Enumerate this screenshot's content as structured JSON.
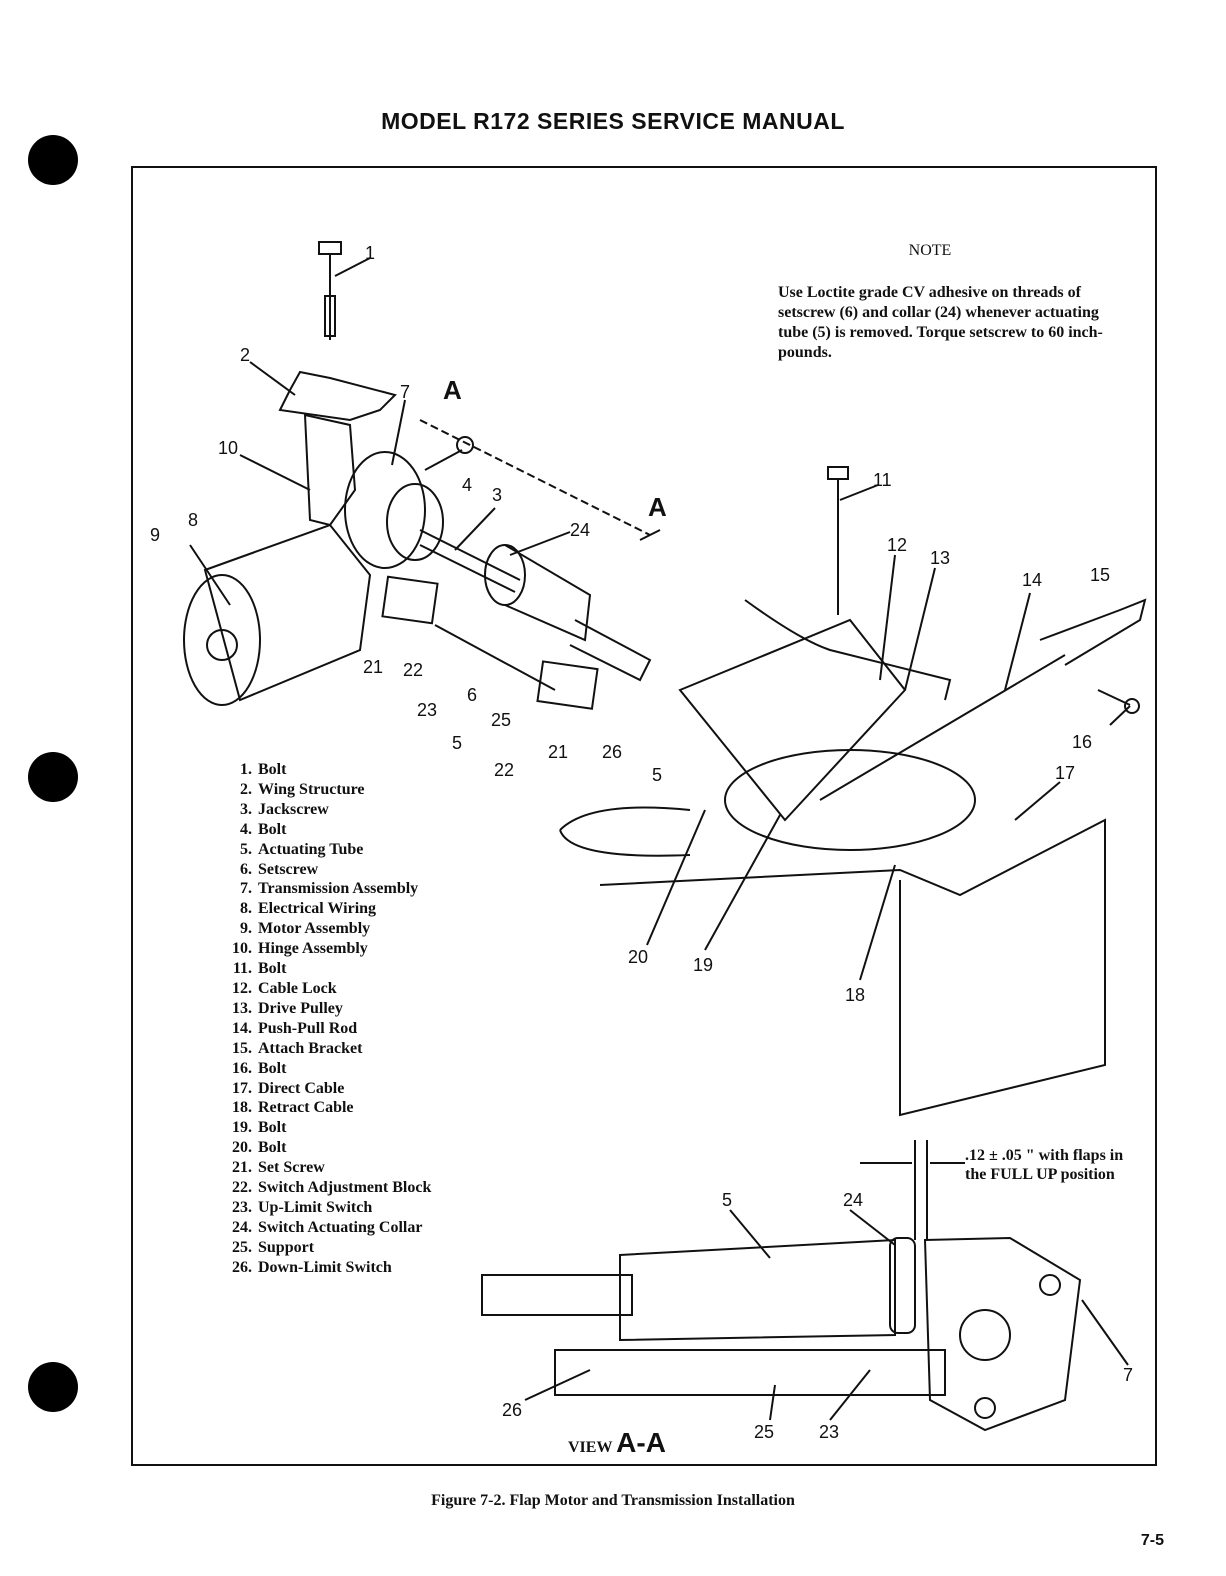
{
  "header": {
    "title": "MODEL R172 SERIES SERVICE MANUAL"
  },
  "note": {
    "title": "NOTE",
    "body": "Use Loctite grade CV adhesive on threads of setscrew (6) and collar (24) whenever actuating tube (5) is removed. Torque setscrew to 60 inch-pounds."
  },
  "legend": [
    {
      "num": "1.",
      "label": "Bolt"
    },
    {
      "num": "2.",
      "label": "Wing Structure"
    },
    {
      "num": "3.",
      "label": "Jackscrew"
    },
    {
      "num": "4.",
      "label": "Bolt"
    },
    {
      "num": "5.",
      "label": "Actuating Tube"
    },
    {
      "num": "6.",
      "label": "Setscrew"
    },
    {
      "num": "7.",
      "label": "Transmission Assembly"
    },
    {
      "num": "8.",
      "label": "Electrical Wiring"
    },
    {
      "num": "9.",
      "label": "Motor Assembly"
    },
    {
      "num": "10.",
      "label": "Hinge Assembly"
    },
    {
      "num": "11.",
      "label": "Bolt"
    },
    {
      "num": "12.",
      "label": "Cable Lock"
    },
    {
      "num": "13.",
      "label": "Drive Pulley"
    },
    {
      "num": "14.",
      "label": "Push-Pull Rod"
    },
    {
      "num": "15.",
      "label": "Attach Bracket"
    },
    {
      "num": "16.",
      "label": "Bolt"
    },
    {
      "num": "17.",
      "label": "Direct Cable"
    },
    {
      "num": "18.",
      "label": "Retract Cable"
    },
    {
      "num": "19.",
      "label": "Bolt"
    },
    {
      "num": "20.",
      "label": "Bolt"
    },
    {
      "num": "21.",
      "label": "Set Screw"
    },
    {
      "num": "22.",
      "label": "Switch Adjustment Block"
    },
    {
      "num": "23.",
      "label": "Up-Limit Switch"
    },
    {
      "num": "24.",
      "label": "Switch Actuating Collar"
    },
    {
      "num": "25.",
      "label": "Support"
    },
    {
      "num": "26.",
      "label": "Down-Limit Switch"
    }
  ],
  "callouts": {
    "c1": "1",
    "c2": "2",
    "c7a": "7",
    "secA1": "A",
    "c10": "10",
    "c4": "4",
    "c3": "3",
    "secA2": "A",
    "c24a": "24",
    "c8": "8",
    "c9": "9",
    "c11": "11",
    "c12": "12",
    "c13": "13",
    "c14": "14",
    "c15": "15",
    "c21a": "21",
    "c22a": "22",
    "c23a": "23",
    "c6": "6",
    "c25a": "25",
    "c5a": "5",
    "c21b": "21",
    "c26a": "26",
    "c22b": "22",
    "c5b": "5",
    "c16": "16",
    "c17": "17",
    "c20": "20",
    "c19": "19",
    "c18": "18",
    "c5c": "5",
    "c24b": "24",
    "c7b": "7",
    "c26b": "26",
    "c25b": "25",
    "c23b": "23"
  },
  "view": {
    "prefix": "VIEW",
    "letters": "A-A"
  },
  "dimension_note": ".12 ± .05 \" with flaps in the FULL UP position",
  "caption": "Figure 7-2.  Flap Motor and Transmission Installation",
  "page_number": "7-5"
}
